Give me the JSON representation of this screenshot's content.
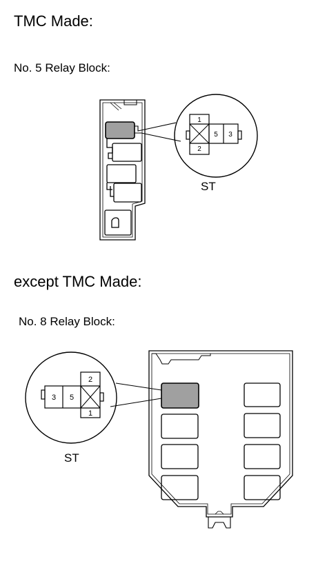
{
  "section1": {
    "heading": "TMC Made:",
    "block_title": "No. 5 Relay Block:",
    "connector_label": "ST",
    "pins": {
      "top": "1",
      "bottom": "2",
      "mid_left": "5",
      "mid_right": "3"
    }
  },
  "section2": {
    "heading": "except TMC Made:",
    "block_title": "No. 8 Relay Block:",
    "connector_label": "ST",
    "pins": {
      "left": "3",
      "mid": "5",
      "top": "2",
      "bottom": "1"
    }
  },
  "colors": {
    "line": "#000000",
    "highlight_fill": "#a0a0a0",
    "background": "#ffffff"
  }
}
